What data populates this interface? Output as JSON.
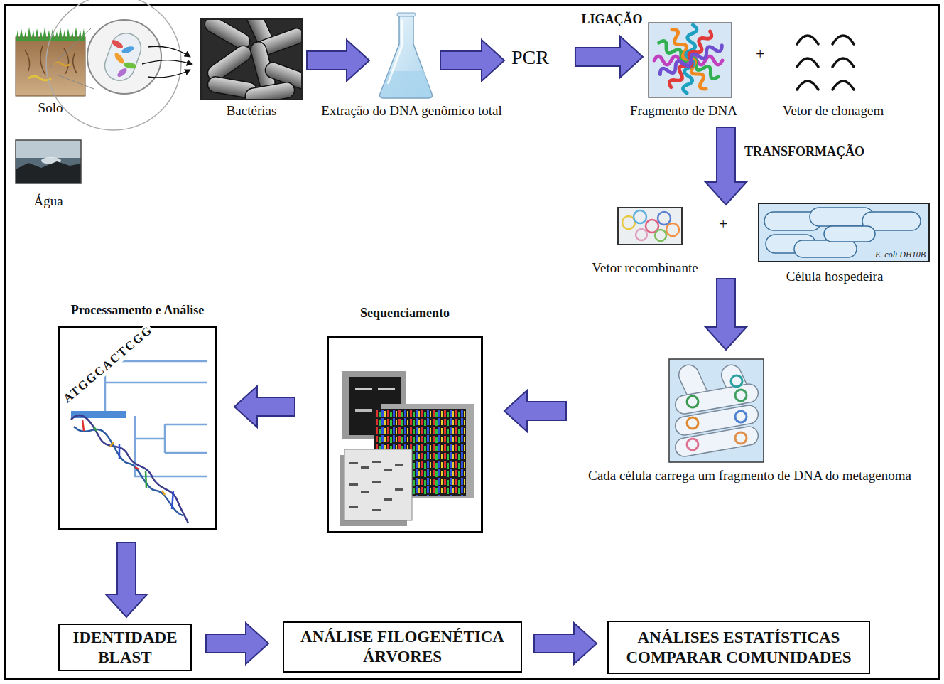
{
  "diagram": {
    "nodes": [
      {
        "text": [
          "Solo"
        ]
      },
      {
        "text": [
          "Bactérias"
        ]
      },
      {
        "text": [
          "Extração do DNA genômico total"
        ]
      },
      {
        "text": [
          "PCR"
        ]
      },
      {
        "text": [
          "Fragmento de DNA"
        ]
      },
      {
        "text": [
          "Vetor de clonagem"
        ]
      },
      {
        "text": [
          "Água"
        ]
      },
      {
        "text": [
          "Vetor recombinante"
        ]
      },
      {
        "text": [
          "E. coli DH10B",
          "Célula hospedeira"
        ]
      },
      {
        "text": [
          "Cada célula carrega um fragmento de DNA do metagenoma"
        ]
      },
      {
        "text": [
          "Processamento e Análise"
        ]
      },
      {
        "text": [
          "Sequenciamento"
        ]
      },
      {
        "text": [
          "IDENTIDADE BLAST"
        ]
      },
      {
        "text": [
          "ANÁLISE FILOGENÉTICA ÁRVORES"
        ]
      },
      {
        "text": [
          "ANÁLISES ESTATÍSTICAS COMPARAR COMUNIDADES"
        ]
      }
    ],
    "edges": [
      {
        "from": 0,
        "to": 1,
        "arrow": "to"
      },
      {
        "from": 1,
        "to": 2,
        "arrow": "to"
      },
      {
        "from": 2,
        "to": 3,
        "arrow": "to"
      },
      {
        "from": 3,
        "to": 4,
        "label": "LIGAÇÃO",
        "arrow": "to"
      },
      {
        "from": 4,
        "to": 7,
        "label": "TRANSFORMAÇÃO",
        "arrow": "to"
      },
      {
        "from": 7,
        "to": 9,
        "arrow": "to"
      },
      {
        "from": 9,
        "to": 11,
        "arrow": "to"
      },
      {
        "from": 11,
        "to": 10,
        "arrow": "to"
      },
      {
        "from": 10,
        "to": 12,
        "arrow": "to"
      },
      {
        "from": 12,
        "to": 13,
        "arrow": "to"
      },
      {
        "from": 13,
        "to": 14,
        "arrow": "to"
      }
    ],
    "labels": [
      "+",
      "+",
      "ATGGCACTCGG"
    ]
  }
}
